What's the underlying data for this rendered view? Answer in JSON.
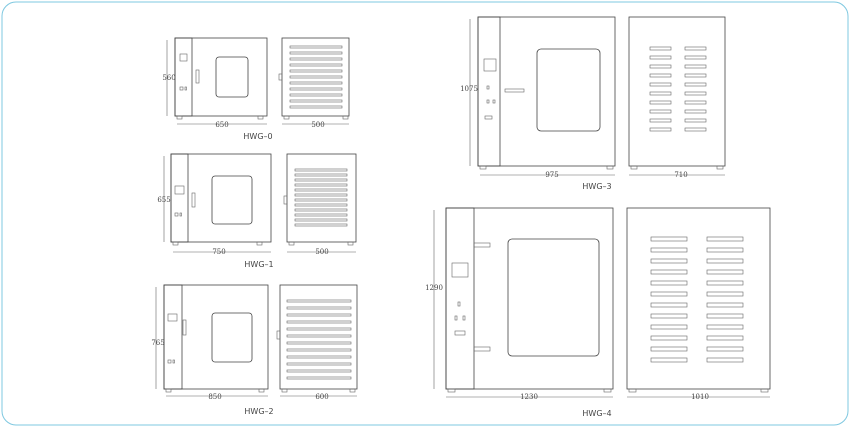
{
  "colors": {
    "frame": "#7fc8e0",
    "line": "#444444"
  },
  "models": [
    {
      "name": "HWG–0",
      "height": "560",
      "width": "650",
      "depth": "500"
    },
    {
      "name": "HWG–1",
      "height": "655",
      "width": "750",
      "depth": "500"
    },
    {
      "name": "HWG–2",
      "height": "765",
      "width": "850",
      "depth": "600"
    },
    {
      "name": "HWG–3",
      "height": "1075",
      "width": "975",
      "depth": "710"
    },
    {
      "name": "HWG–4",
      "height": "1290",
      "width": "1230",
      "depth": "1010"
    }
  ]
}
